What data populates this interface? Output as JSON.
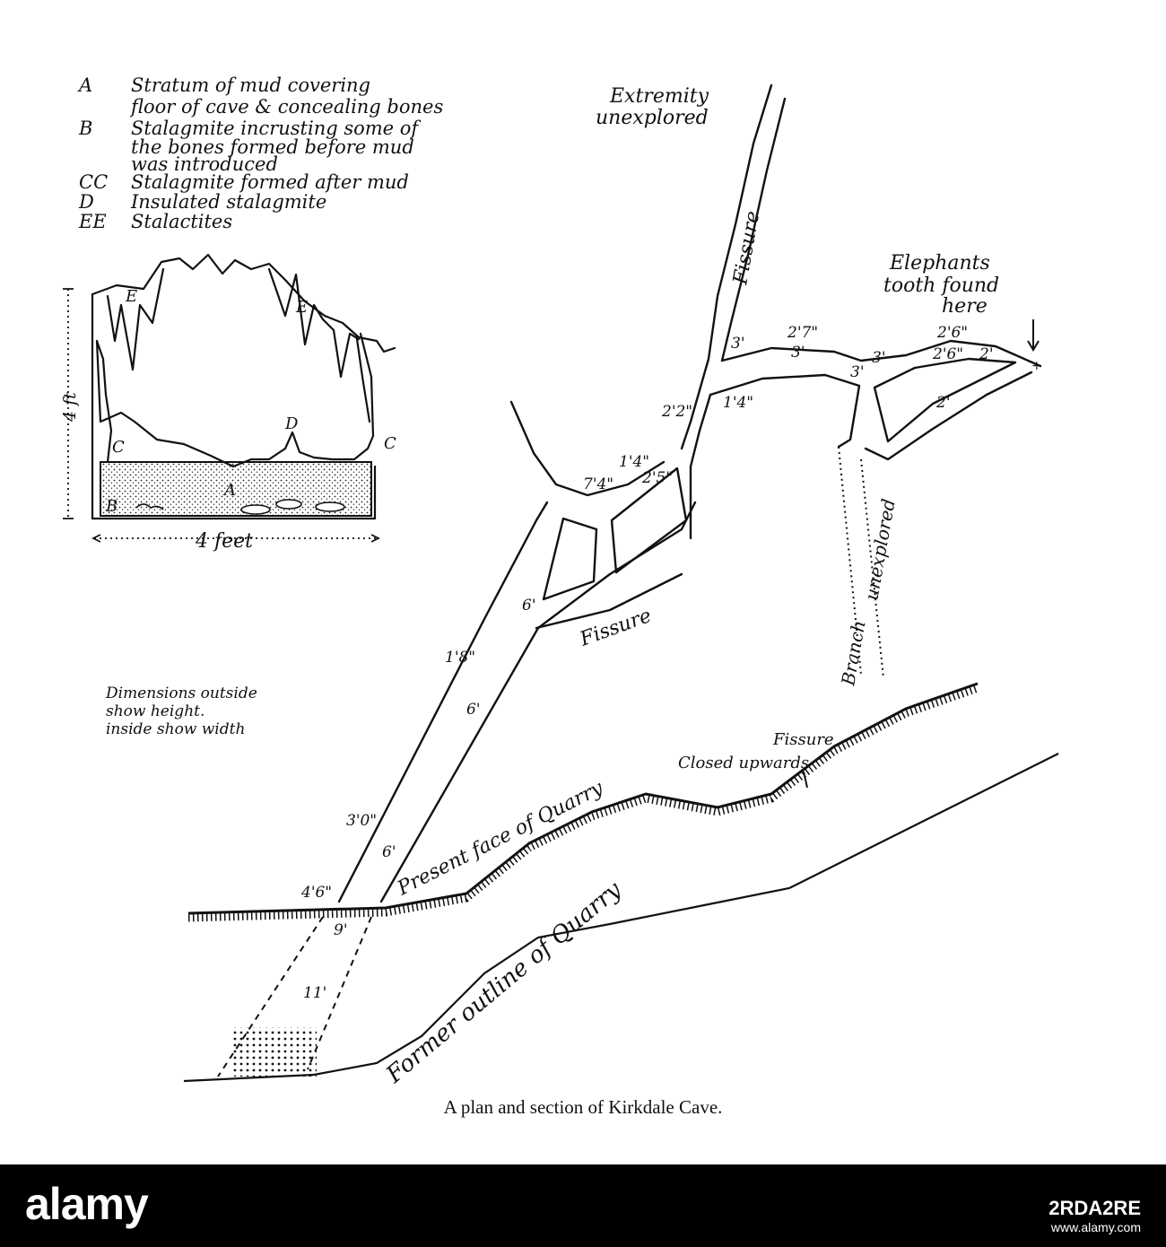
{
  "legend": [
    {
      "key": "A",
      "text": "Stratum of mud covering"
    },
    {
      "key": "",
      "text": "floor of cave & concealing bones"
    },
    {
      "key": "B",
      "text": "Stalagmite incrusting some of"
    },
    {
      "key": "",
      "text": "the bones formed before mud"
    },
    {
      "key": "",
      "text": "was introduced"
    },
    {
      "key": "CC",
      "text": "Stalagmite formed after mud"
    },
    {
      "key": "D",
      "text": "Insulated stalagmite"
    },
    {
      "key": "EE",
      "text": "Stalactites"
    }
  ],
  "section": {
    "height_label": "4 ft",
    "width_label": "4 feet",
    "letters": {
      "a": "A",
      "b": "B",
      "c_left": "C",
      "c_right": "C",
      "d": "D",
      "e_left": "E",
      "e_right": "E"
    }
  },
  "note": [
    "Dimensions outside",
    "show height.",
    "inside show width"
  ],
  "plan_labels": {
    "extremity": [
      "Extremity",
      "unexplored"
    ],
    "fissure_upper": "Fissure",
    "fissure_middle": "Fissure",
    "elephant": [
      "Elephants",
      "tooth found",
      "here"
    ],
    "branch": [
      "Branch",
      "unexplored"
    ],
    "fissure_closed": [
      "Fissure",
      "Closed upwards"
    ],
    "present_face": "Present face of Quarry",
    "former_outline": "Former outline of Quarry"
  },
  "dimensions": {
    "d_3a": "3'",
    "d_2_7": "2'7\"",
    "d_3b": "3'",
    "d_3c": "3'",
    "d_3d": "3'",
    "d_2_6a": "2'6\"",
    "d_2_6b": "2'6\"",
    "d_2a": "2'",
    "d_2b": "2'",
    "d_2_2": "2'2\"",
    "d_1_4a": "1'4\"",
    "d_1_4b": "1'4\"",
    "d_2_5": "2'5\"",
    "d_7_4": "7'4\"",
    "d_6a": "6'",
    "d_1_8": "1'8\"",
    "d_6b": "6'",
    "d_3_0": "3'0\"",
    "d_6c": "6'",
    "d_4_6": "4'6\"",
    "d_9": "9'",
    "d_11": "11'"
  },
  "caption": "A plan and section of Kirkdale Cave.",
  "stock": {
    "brand": "alamy",
    "id": "2RDA2RE",
    "url": "www.alamy.com"
  }
}
